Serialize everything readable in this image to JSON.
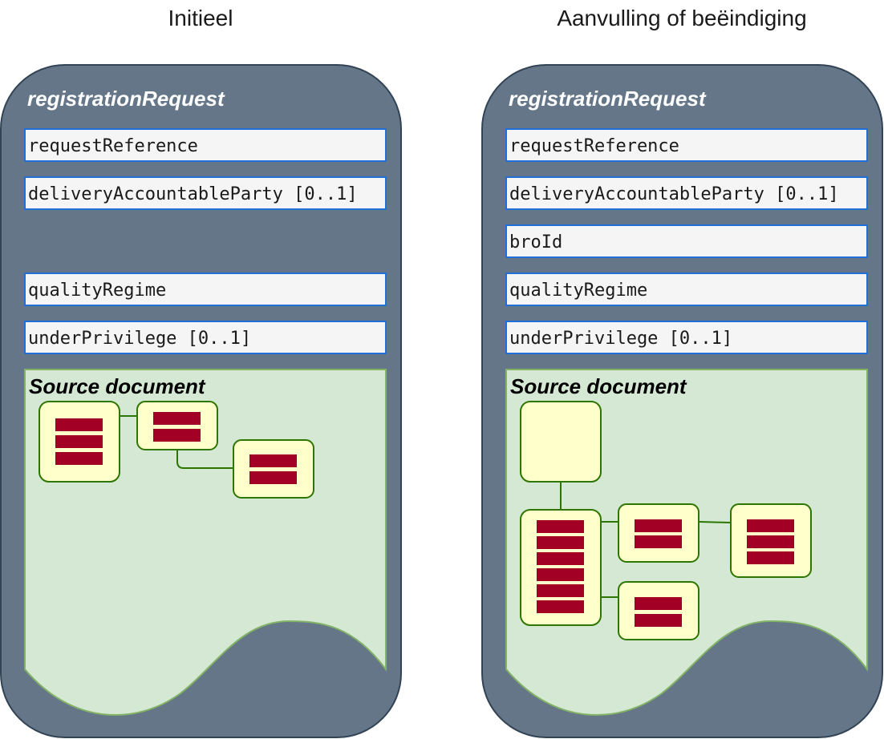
{
  "headings": {
    "left": "Initieel",
    "right": "Aanvulling of beëindiging"
  },
  "panels": [
    {
      "title": "registrationRequest",
      "fields": [
        {
          "label": "requestReference"
        },
        {
          "label": "deliveryAccountableParty [0..1]"
        },
        {
          "label": ""
        },
        {
          "label": "qualityRegime"
        },
        {
          "label": "underPrivilege [0..1]"
        }
      ],
      "source_document": {
        "title": "Source document"
      }
    },
    {
      "title": "registrationRequest",
      "fields": [
        {
          "label": "requestReference"
        },
        {
          "label": "deliveryAccountableParty [0..1]"
        },
        {
          "label": "broId"
        },
        {
          "label": "qualityRegime"
        },
        {
          "label": "underPrivilege [0..1]"
        }
      ],
      "source_document": {
        "title": "Source document"
      }
    }
  ],
  "colors": {
    "panel_fill": "#647687",
    "panel_stroke": "#314354",
    "field_fill": "#f5f5f5",
    "field_stroke": "#1f6fd6",
    "doc_fill": "#d5e8d4",
    "doc_stroke": "#82b366",
    "node_fill": "#ffffcc",
    "node_stroke": "#2d7600",
    "bar_fill": "#a20025",
    "text_dark": "#1a1a1a",
    "text_light": "#ffffff"
  }
}
